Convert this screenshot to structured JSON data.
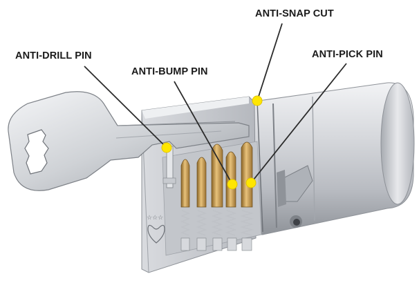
{
  "callouts": [
    {
      "key": "anti_drill",
      "label": "ANTI-DRILL PIN"
    },
    {
      "key": "anti_bump",
      "label": "ANTI-BUMP PIN"
    },
    {
      "key": "anti_snap",
      "label": "ANTI-SNAP CUT"
    },
    {
      "key": "anti_pick",
      "label": "ANTI-PICK PIN"
    }
  ],
  "marker_color": "#ffe600",
  "pointer_color": "#2b2b2b",
  "pin_color": "#c99a4a",
  "metal_color": "#c9ccd1",
  "emblem": "kitemark-and-stars"
}
